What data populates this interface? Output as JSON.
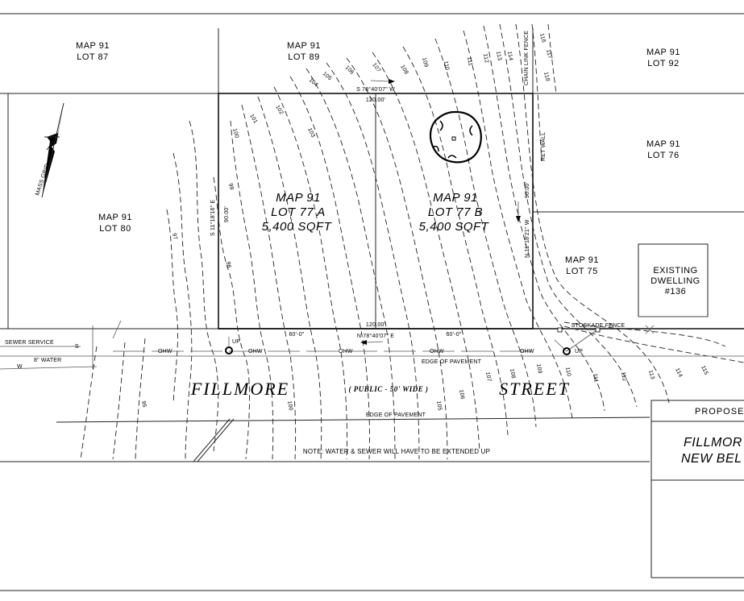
{
  "lots": {
    "lot87": {
      "map": "MAP 91",
      "lot": "LOT 87"
    },
    "lot89": {
      "map": "MAP 91",
      "lot": "LOT 89"
    },
    "lot92": {
      "map": "MAP 91",
      "lot": "LOT 92"
    },
    "lot76": {
      "map": "MAP 91",
      "lot": "LOT 76"
    },
    "lot80": {
      "map": "MAP 91",
      "lot": "LOT 80"
    },
    "lot75": {
      "map": "MAP 91",
      "lot": "LOT 75"
    },
    "lot77a": {
      "map": "MAP 91",
      "lot": "LOT 77 A",
      "area": "5,400 SQFT"
    },
    "lot77b": {
      "map": "MAP 91",
      "lot": "LOT 77 B",
      "area": "5,400 SQFT"
    }
  },
  "dwelling": {
    "line1": "EXISTING",
    "line2": "DWELLING",
    "line3": "#136"
  },
  "bearings": {
    "north": "S 78°40'07\" W",
    "north_dist": "120.00'",
    "south": "N 78°40'07\" E",
    "south_dist": "120.00'",
    "west": "S 11°18'16\" E",
    "west_dist": "90.00'",
    "east": "N 11°18'21\" W",
    "east_dist": "90.00'",
    "frontage_a": "60'-0\"",
    "frontage_b": "60'-0\""
  },
  "north_arrow": "MASS GRID",
  "street": {
    "name_left": "FILLMORE",
    "name_right": "STREET",
    "note": "( PUBLIC - 50' WIDE )",
    "edge_top": "EDGE OF PAVEMENT",
    "edge_bottom": "EDGE OF PAVEMENT"
  },
  "utilities": {
    "sewer": "SEWER SERVICE",
    "water": "8\" WATER",
    "w_mark": "W",
    "s_mark": "S",
    "ohw": "OHW",
    "up": "UP"
  },
  "fences": {
    "chain": "CHAIN LINK FENCE",
    "stockade": "STOCKADE FENCE",
    "ret_wall": "RET WALL"
  },
  "contour_labels": [
    "95",
    "96",
    "97",
    "98",
    "99",
    "100",
    "101",
    "102",
    "103",
    "104",
    "105",
    "106",
    "107",
    "108",
    "109",
    "110",
    "111",
    "112",
    "113",
    "114",
    "115",
    "116",
    "117",
    "118"
  ],
  "note": "NOTE: WATER & SEWER WILL HAVE TO BE EXTENDED UP",
  "title_block": {
    "head": "PROPOSEI",
    "line1": "FILLMOR",
    "line2": "NEW BEL"
  }
}
